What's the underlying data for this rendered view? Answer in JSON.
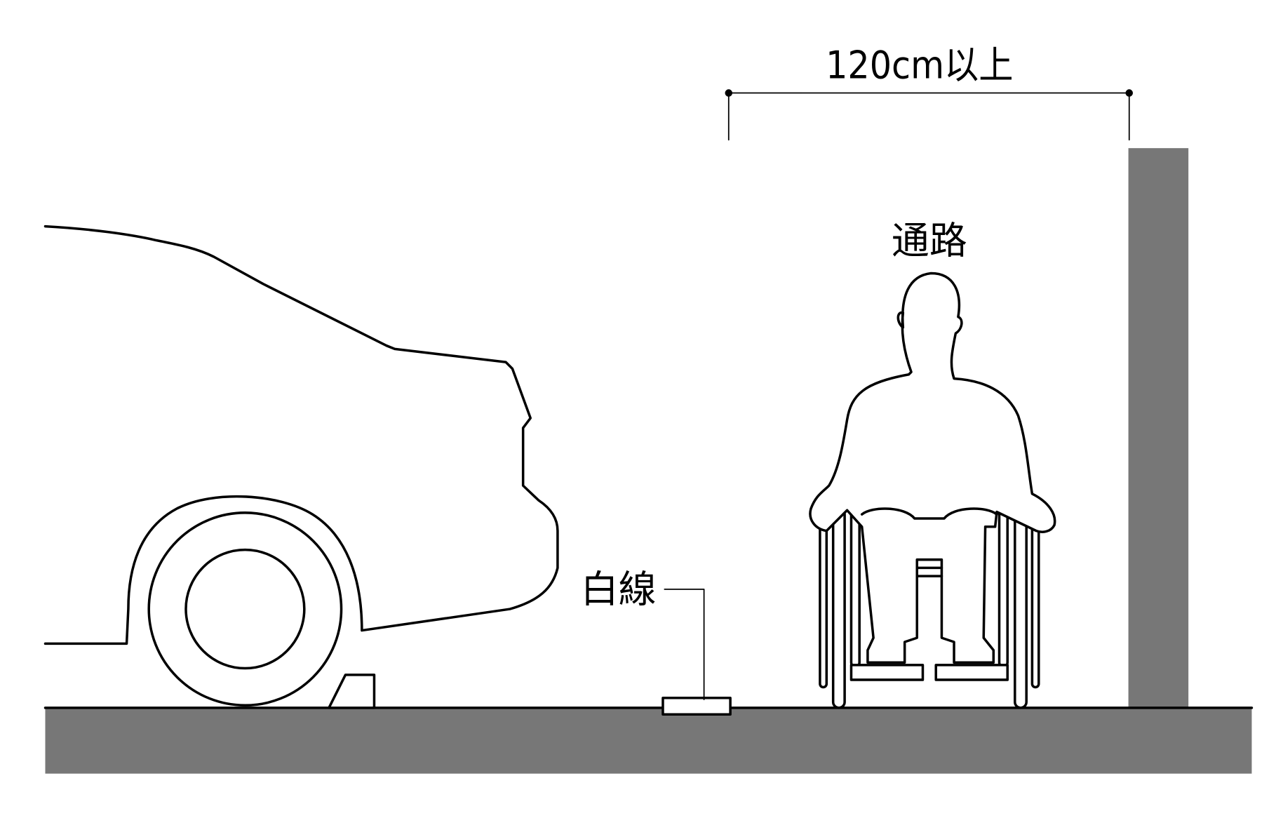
{
  "diagram": {
    "dimension_label": "120cm以上",
    "passage_label": "通路",
    "white_line_label": "白線",
    "colors": {
      "concrete": "#777777",
      "line": "#000000",
      "background": "#ffffff"
    }
  }
}
